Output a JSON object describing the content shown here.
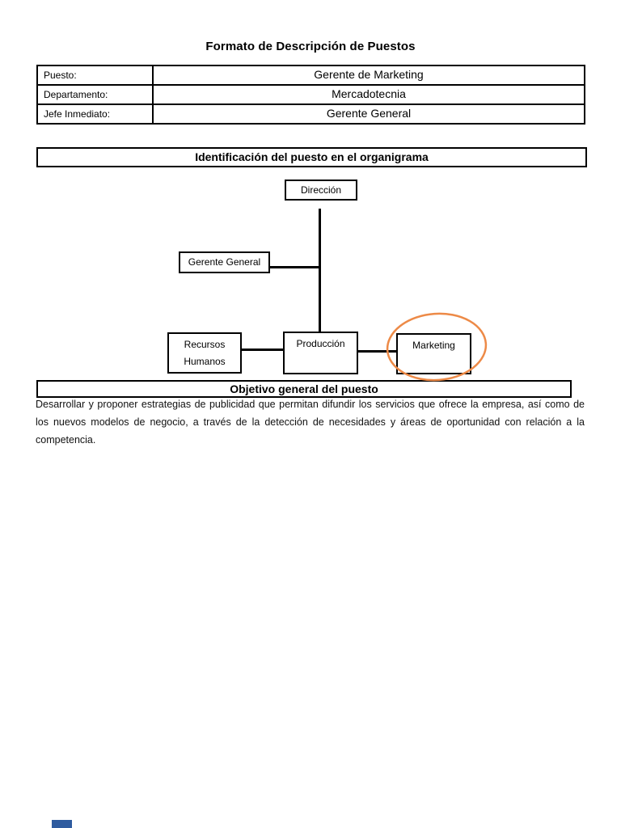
{
  "page": {
    "title": "Formato de Descripción de Puestos"
  },
  "info_table": {
    "rows": [
      {
        "label": "Puesto:",
        "value": "Gerente de Marketing"
      },
      {
        "label": "Departamento:",
        "value": "Mercadotecnia"
      },
      {
        "label": "Jefe Inmediato:",
        "value": "Gerente General"
      }
    ]
  },
  "sections": {
    "organigrama": {
      "header": "Identificación del puesto en el organigrama"
    },
    "objetivo": {
      "header": "Objetivo general del puesto",
      "body": "Desarrollar y proponer estrategias de publicidad que permitan difundir los servicios que ofrece la empresa, así como de los nuevos modelos de negocio, a través de la detección de necesidades y áreas de oportunidad con relación a la competencia."
    }
  },
  "orgchart": {
    "nodes": {
      "direccion": "Dirección",
      "gerente_general": "Gerente General",
      "recursos_humanos": "Recursos Humanos",
      "produccion": "Producción",
      "marketing": "Marketing"
    }
  },
  "colors": {
    "border": "#000000",
    "text": "#000000",
    "highlight": "#ED8A47",
    "page_background": "#FFFFFF",
    "bottom_artifact_blue": "#2E5B9F"
  }
}
